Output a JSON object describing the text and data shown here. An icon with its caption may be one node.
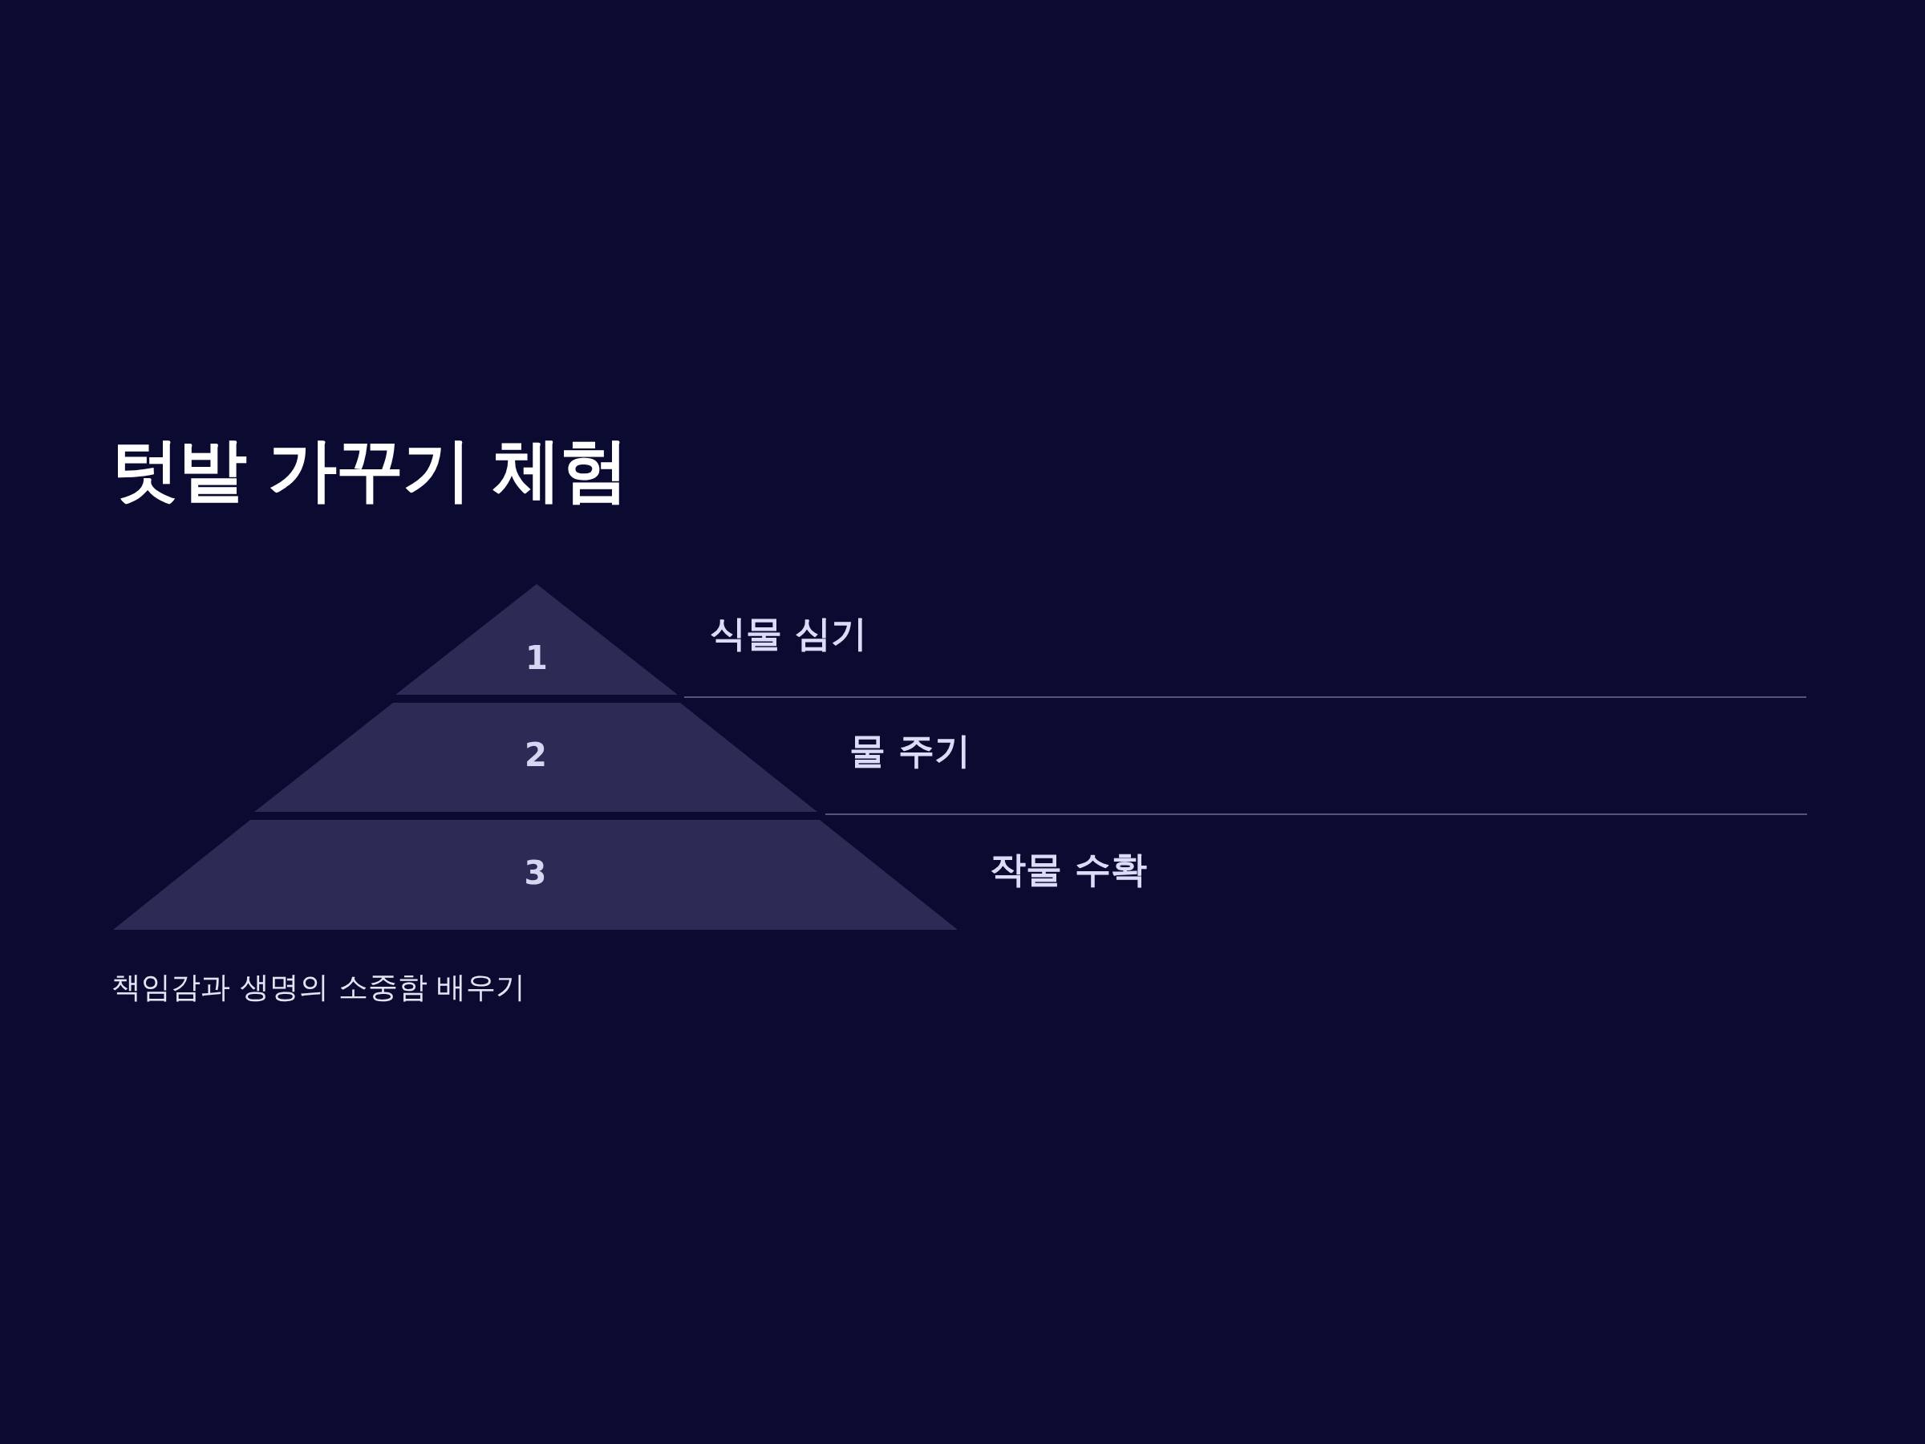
{
  "diagram": {
    "title": "텃밭 가꾸기 체험",
    "caption": "책임감과 생명의 소중함 배우기",
    "nodes": [
      {
        "text": [
          "1"
        ],
        "beside": [
          "식물 심기"
        ]
      },
      {
        "text": [
          "2"
        ],
        "beside": [
          "물 주기"
        ]
      },
      {
        "text": [
          "3"
        ],
        "beside": [
          "작물 수확"
        ]
      }
    ]
  }
}
